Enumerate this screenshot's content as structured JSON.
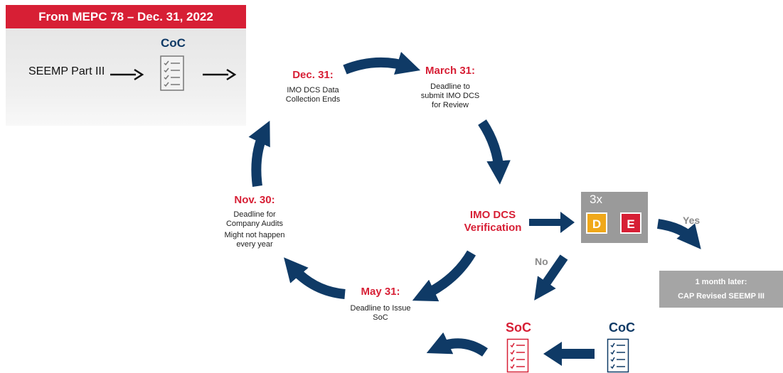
{
  "panel": {
    "header": "From MEPC 78 – Dec. 31, 2022",
    "left_label": "SEEMP Part III",
    "doc_label": "CoC"
  },
  "stages": {
    "dec31": {
      "title": "Dec. 31:",
      "desc": [
        "IMO DCS Data",
        "Collection Ends"
      ]
    },
    "mar31": {
      "title": "March 31:",
      "desc": [
        "Deadline to",
        "submit IMO DCS",
        "for Review"
      ]
    },
    "verification": {
      "title": [
        "IMO DCS",
        "Verification"
      ]
    },
    "may31": {
      "title": "May 31:",
      "desc": [
        "Deadline to Issue",
        "SoC"
      ]
    },
    "nov30": {
      "title": "Nov. 30:",
      "desc": [
        "Deadline for",
        "Company Audits"
      ],
      "note": [
        "Might not happen",
        "every year"
      ]
    }
  },
  "rating_box": {
    "multiplier": "3x",
    "ratings": [
      "D",
      "E"
    ]
  },
  "branches": {
    "yes": "Yes",
    "no": "No"
  },
  "cap_box": {
    "line1": "1 month later:",
    "line2": "CAP Revised SEEMP III"
  },
  "bottom": {
    "soc_label": "SoC",
    "coc_label": "CoC"
  },
  "colors": {
    "red": "#d71f35",
    "navy": "#0f3a66",
    "orange": "#f0a81a",
    "grey": "#9a9a9a"
  },
  "icons": [
    "arrow-right-icon",
    "checklist-document-icon",
    "curved-arrow-icon"
  ]
}
